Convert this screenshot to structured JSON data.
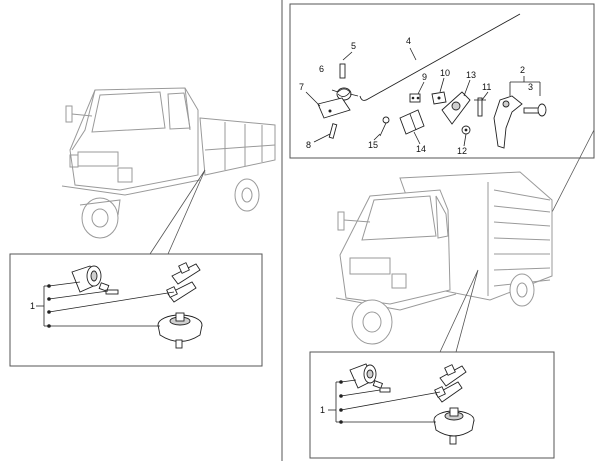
{
  "diagram": {
    "labels": {
      "n1_left": "1",
      "n1_right": "1",
      "n2": "2",
      "n3": "3",
      "n4": "4",
      "n5": "5",
      "n6": "6",
      "n7": "7",
      "n8": "8",
      "n9": "9",
      "n10": "10",
      "n11": "11",
      "n12": "12",
      "n13": "13",
      "n14": "14",
      "n15": "15"
    },
    "colors": {
      "ink": "#222222",
      "vehicle_outline": "#9a9a9a",
      "part_fill": "#cfcfcf",
      "frame": "#555555"
    }
  }
}
